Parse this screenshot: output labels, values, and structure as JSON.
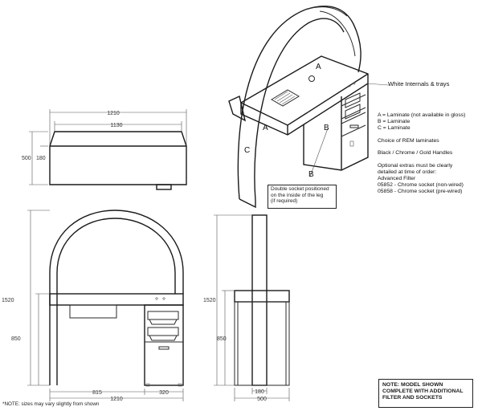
{
  "top_view": {
    "dim_overall": "1210",
    "dim_inner": "1130",
    "dim_depth_outer": "500",
    "dim_depth_inner": "180"
  },
  "front_view": {
    "dim_height": "1520",
    "dim_desk_height": "850",
    "dim_left_width": "815",
    "dim_right_width": "320",
    "dim_overall_width": "1210"
  },
  "side_view": {
    "dim_height": "1520",
    "dim_desk_height": "850",
    "dim_leg": "180",
    "dim_depth": "500"
  },
  "iso_view": {
    "label_a_top": "A",
    "label_a_side": "A",
    "label_b_side": "B",
    "label_b_front": "B",
    "label_c": "C",
    "white_internals": "White Internals & trays",
    "socket_note_lines": [
      "Double socket positioned",
      "on the inside of the leg",
      "(if required)"
    ]
  },
  "spec": {
    "lines": [
      "A = Laminate (not available in gloss)",
      "B = Laminate",
      "C = Laminate",
      "",
      "Choice of REM laminates",
      "",
      "Black / Chrome / Gold Handles",
      "",
      "Optional extras must be clearly",
      "detailed at time of order:",
      "Advanced Filter",
      "05852 - Chrome socket (non-wired)",
      "05858 - Chrome socket (pre-wired)"
    ]
  },
  "model_note": "NOTE: MODEL SHOWN COMPLETE WITH ADDITIONAL FILTER AND SOCKETS",
  "footnote": "*NOTE: sizes may vary slightly from shown"
}
